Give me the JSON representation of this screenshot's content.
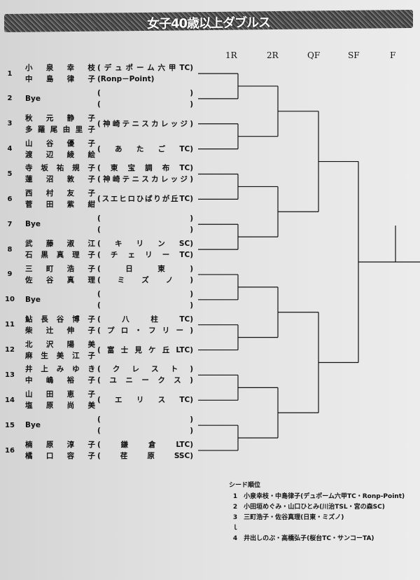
{
  "title": "女子40歳以上ダブルス",
  "rounds": [
    "1R",
    "2R",
    "QF",
    "SF",
    "F"
  ],
  "entries": [
    {
      "no": "1",
      "names": [
        "小泉幸枝",
        "中島律子"
      ],
      "clubs": [
        "(デュポーム六甲TC)",
        "(Ronp－Point)"
      ]
    },
    {
      "no": "2",
      "names": [
        "Bye"
      ],
      "clubs": [
        "(　)",
        "(　)"
      ]
    },
    {
      "no": "3",
      "names": [
        "秋元静子",
        "多羅尾由里子"
      ],
      "clubs": [
        "(神崎テニスカレッジ)"
      ]
    },
    {
      "no": "4",
      "names": [
        "山谷優子",
        "渡辺綾絵"
      ],
      "clubs": [
        "(あたごTC)"
      ]
    },
    {
      "no": "5",
      "names": [
        "寺坂祐規子",
        "蓮沼敦子"
      ],
      "clubs": [
        "(東宝調布TC)",
        "(神崎テニスカレッジ)"
      ]
    },
    {
      "no": "6",
      "names": [
        "西村友子",
        "菅田紫紺"
      ],
      "clubs": [
        "(スエヒロひばりが丘TC)"
      ]
    },
    {
      "no": "7",
      "names": [
        "Bye"
      ],
      "clubs": [
        "(　)",
        "(　)"
      ]
    },
    {
      "no": "8",
      "names": [
        "武藤淑江",
        "石黒真理子"
      ],
      "clubs": [
        "(キリンSC)",
        "(チェリーTC)"
      ]
    },
    {
      "no": "9",
      "names": [
        "三町浩子",
        "佐谷真理"
      ],
      "clubs": [
        "(日東)",
        "(ミズノ)"
      ]
    },
    {
      "no": "10",
      "names": [
        "Bye"
      ],
      "clubs": [
        "(　)",
        "(　)"
      ]
    },
    {
      "no": "11",
      "names": [
        "鮎長谷博子",
        "柴辻伸子"
      ],
      "clubs": [
        "(八柱TC)",
        "(プロ・フリー)"
      ]
    },
    {
      "no": "12",
      "names": [
        "北沢陽美",
        "麻生美江子"
      ],
      "clubs": [
        "(富士見ケ丘LTC)"
      ]
    },
    {
      "no": "13",
      "names": [
        "井上みゆき",
        "中嶋裕子"
      ],
      "clubs": [
        "(クレスト)",
        "(ユニークス)"
      ]
    },
    {
      "no": "14",
      "names": [
        "山田恵子",
        "塩原尚美"
      ],
      "clubs": [
        "(エリスTC)"
      ]
    },
    {
      "no": "15",
      "names": [
        "Bye"
      ],
      "clubs": [
        "(　)",
        "(　)"
      ]
    },
    {
      "no": "16",
      "names": [
        "楠原淳子",
        "橘口容子"
      ],
      "clubs": [
        "(鎌倉LTC)",
        "(荏原SSC)"
      ]
    }
  ],
  "seeds": {
    "title": "シード順位",
    "items": [
      {
        "rank": "1",
        "text": "小泉幸枝・中島律子(デュポーム六甲TC・Ronp-Point)"
      },
      {
        "rank": "2",
        "text": "小田垣めぐみ・山口ひとみ(川治TSL・宮の森SC)"
      },
      {
        "rank": "3",
        "text": "三町浩子・佐谷真理(日東・ミズノ)"
      },
      {
        "rank": "ｌ",
        "text": ""
      },
      {
        "rank": "4",
        "text": "井出しのぶ・高橋弘子(桜台TC・サンコーTA)"
      }
    ]
  }
}
